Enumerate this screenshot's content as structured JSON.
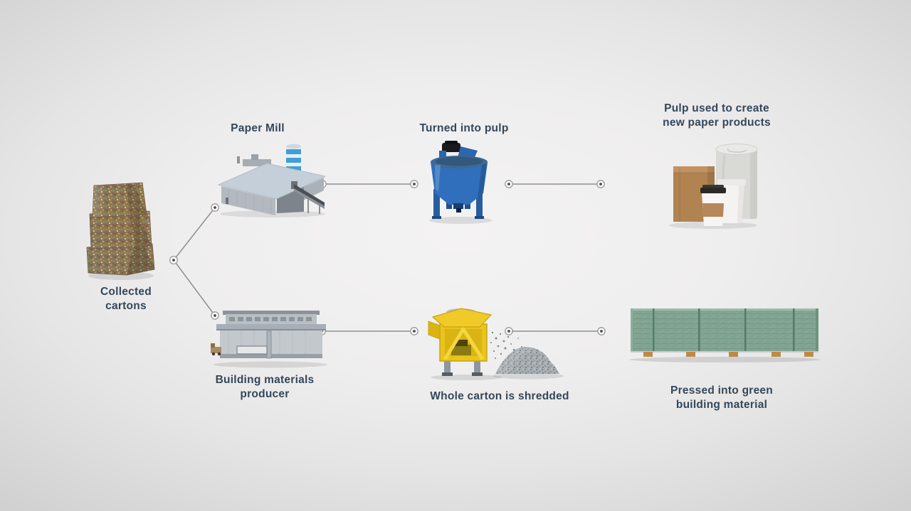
{
  "diagram": {
    "stages": {
      "collected_cartons": {
        "label": "Collected\ncartons"
      },
      "paper_mill": {
        "label": "Paper Mill"
      },
      "turned_into_pulp": {
        "label": "Turned into pulp"
      },
      "pulp_products": {
        "label": "Pulp used to create\nnew paper products"
      },
      "building_materials_producer": {
        "label": "Building materials\nproducer"
      },
      "carton_shredded": {
        "label": "Whole carton is shredded"
      },
      "pressed_green_material": {
        "label": "Pressed into green\nbuilding material"
      }
    },
    "colors": {
      "label_text": "#33475b",
      "connector_line": "#8f8f8f",
      "connector_node_ring": "#9a9a9a",
      "connector_node_dot": "#4a4a4a",
      "background_center": "#f4f3f3",
      "background_edge": "#d2d1d1",
      "pulper_blue": "#2f6fbc",
      "silo_stripe_blue": "#3f9fd8",
      "shredder_yellow": "#e9c41d",
      "board_green": "#80a491",
      "paper_bag_brown": "#b08350",
      "pallet_wood": "#c08a46"
    }
  }
}
